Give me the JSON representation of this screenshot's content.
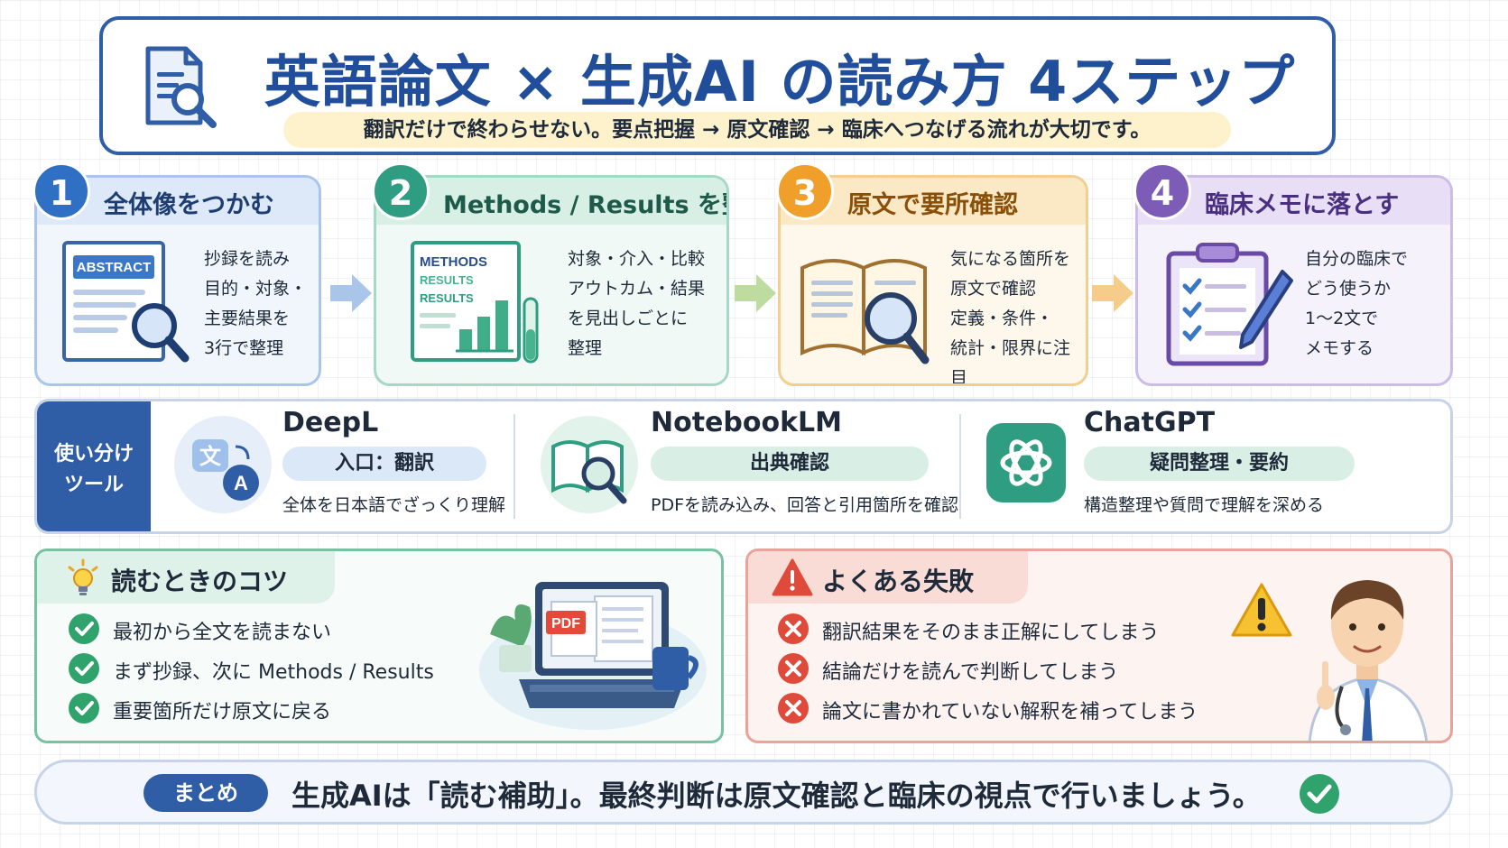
{
  "colors": {
    "navy": "#2f5da6",
    "step1": "#2f6fc4",
    "step2": "#2f9d82",
    "step3": "#f0a02a",
    "step4": "#7d5cb8",
    "check_green": "#2fa36b",
    "error_red": "#e04a3a"
  },
  "header": {
    "title": "英語論文 × 生成AI の読み方 4ステップ",
    "subtitle": "翻訳だけで終わらせない。要点把握 → 原文確認 → 臨床へつなげる流れが大切です。",
    "icon": "document-search-icon"
  },
  "steps": [
    {
      "number": "1",
      "title": "全体像をつかむ",
      "body": "抄録を読み\n目的・対象・\n主要結果を\n3行で整理",
      "illustration_label": "ABSTRACT",
      "icon": "abstract-magnifier-icon"
    },
    {
      "number": "2",
      "title": "Methods / Results を整理",
      "body": "対象・介入・比較\nアウトカム・結果\nを見出しごとに\n整理",
      "illustration_labels": [
        "METHODS",
        "RESULTS",
        "RESULTS"
      ],
      "icon": "methods-results-chart-icon"
    },
    {
      "number": "3",
      "title": "原文で要所確認",
      "body": "気になる箇所を\n原文で確認\n定義・条件・\n統計・限界に注目",
      "icon": "open-book-magnifier-icon"
    },
    {
      "number": "4",
      "title": "臨床メモに落とす",
      "body": "自分の臨床で\nどう使うか\n1〜2文で\nメモする",
      "icon": "clipboard-pen-icon"
    }
  ],
  "tools": {
    "label": "使い分け\nツール",
    "items": [
      {
        "name": "DeepL",
        "role": "入口：翻訳",
        "desc": "全体を日本語でざっくり理解",
        "icon": "translate-icon",
        "icon_glyphs": [
          "文",
          "A"
        ]
      },
      {
        "name": "NotebookLM",
        "role": "出典確認",
        "desc": "PDFを読み込み、回答と引用箇所を確認",
        "icon": "book-magnifier-icon"
      },
      {
        "name": "ChatGPT",
        "role": "疑問整理・要約",
        "desc": "構造整理や質問で理解を深める",
        "icon": "chatgpt-logo-icon"
      }
    ]
  },
  "tips": {
    "title": "読むときのコツ",
    "icon": "lightbulb-icon",
    "items": [
      "最初から全文を読まない",
      "まず抄録、次に Methods / Results",
      "重要箇所だけ原文に戻る"
    ],
    "illustration_label": "PDF"
  },
  "failures": {
    "title": "よくある失敗",
    "icon": "warning-icon",
    "items": [
      "翻訳結果をそのまま正解にしてしまう",
      "結論だけを読んで判断してしまう",
      "論文に書かれていない解釈を補ってしまう"
    ]
  },
  "summary": {
    "label": "まとめ",
    "text": "生成AIは「読む補助」。最終判断は原文確認と臨床の視点で行いましょう。"
  }
}
